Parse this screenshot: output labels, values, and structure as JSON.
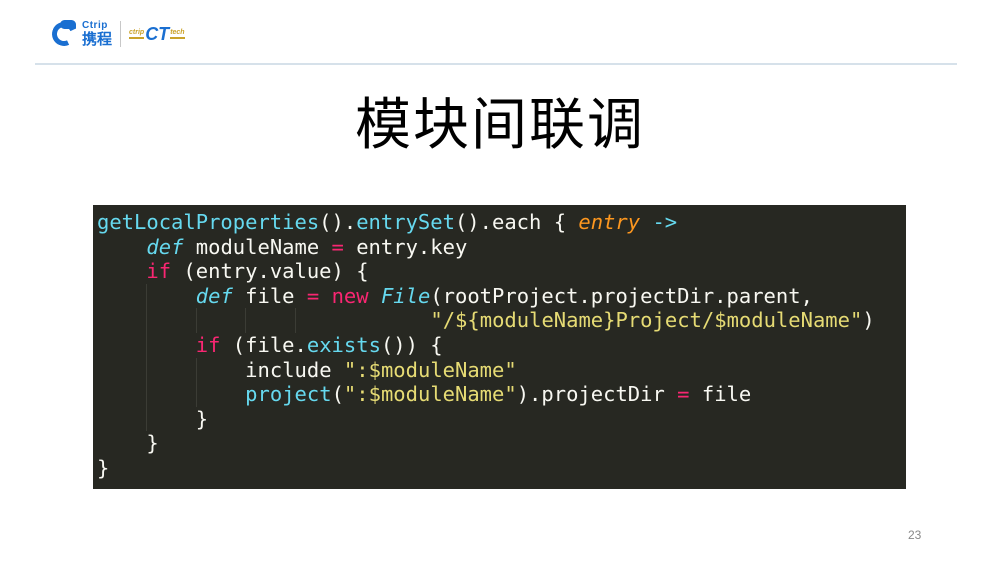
{
  "header": {
    "logo_en": "Ctrip",
    "logo_cn": "携程",
    "tech_left": "ctrip",
    "tech_mark": "CT",
    "tech_right": "tech"
  },
  "slide": {
    "title": "模块间联调",
    "page_number": "23"
  },
  "code": {
    "language": "groovy",
    "theme_background": "#272822",
    "lines": [
      {
        "indent": 0,
        "tokens": [
          {
            "t": "getLocalProperties",
            "c": "fn"
          },
          {
            "t": "().",
            "c": "plain"
          },
          {
            "t": "entrySet",
            "c": "fn"
          },
          {
            "t": "().each { ",
            "c": "plain"
          },
          {
            "t": "entry",
            "c": "param"
          },
          {
            "t": " ",
            "c": "plain"
          },
          {
            "t": "->",
            "c": "fn"
          }
        ]
      },
      {
        "indent": 1,
        "tokens": [
          {
            "t": "def",
            "c": "type"
          },
          {
            "t": " moduleName ",
            "c": "plain"
          },
          {
            "t": "=",
            "c": "kw"
          },
          {
            "t": " entry.key",
            "c": "plain"
          }
        ]
      },
      {
        "indent": 1,
        "tokens": [
          {
            "t": "if",
            "c": "kw"
          },
          {
            "t": " (entry.value) {",
            "c": "plain"
          }
        ]
      },
      {
        "indent": 2,
        "tokens": [
          {
            "t": "def",
            "c": "type"
          },
          {
            "t": " file ",
            "c": "plain"
          },
          {
            "t": "=",
            "c": "kw"
          },
          {
            "t": " ",
            "c": "plain"
          },
          {
            "t": "new",
            "c": "kw"
          },
          {
            "t": " ",
            "c": "plain"
          },
          {
            "t": "File",
            "c": "type"
          },
          {
            "t": "(rootProject.projectDir.parent,",
            "c": "plain"
          }
        ]
      },
      {
        "indent": 5,
        "pad": "       ",
        "tokens": [
          {
            "t": "\"/${moduleName}Project/$moduleName\"",
            "c": "str"
          },
          {
            "t": ")",
            "c": "plain"
          }
        ]
      },
      {
        "indent": 2,
        "tokens": [
          {
            "t": "if",
            "c": "kw"
          },
          {
            "t": " (file.",
            "c": "plain"
          },
          {
            "t": "exists",
            "c": "fn"
          },
          {
            "t": "()) {",
            "c": "plain"
          }
        ]
      },
      {
        "indent": 3,
        "tokens": [
          {
            "t": "include ",
            "c": "plain"
          },
          {
            "t": "\":$moduleName\"",
            "c": "str"
          }
        ]
      },
      {
        "indent": 3,
        "tokens": [
          {
            "t": "project",
            "c": "fn"
          },
          {
            "t": "(",
            "c": "plain"
          },
          {
            "t": "\":$moduleName\"",
            "c": "str"
          },
          {
            "t": ").projectDir ",
            "c": "plain"
          },
          {
            "t": "=",
            "c": "kw"
          },
          {
            "t": " file",
            "c": "plain"
          }
        ]
      },
      {
        "indent": 2,
        "tokens": [
          {
            "t": "}",
            "c": "plain"
          }
        ]
      },
      {
        "indent": 1,
        "tokens": [
          {
            "t": "}",
            "c": "plain"
          }
        ]
      },
      {
        "indent": 0,
        "tokens": [
          {
            "t": "}",
            "c": "plain"
          }
        ]
      }
    ]
  },
  "colors": {
    "brand_blue": "#1a6fd1",
    "brand_gold": "#caa22a",
    "keyword": "#f92672",
    "function": "#66d9ef",
    "string": "#e6db74",
    "parameter": "#fd971f",
    "text": "#f8f8f2"
  }
}
